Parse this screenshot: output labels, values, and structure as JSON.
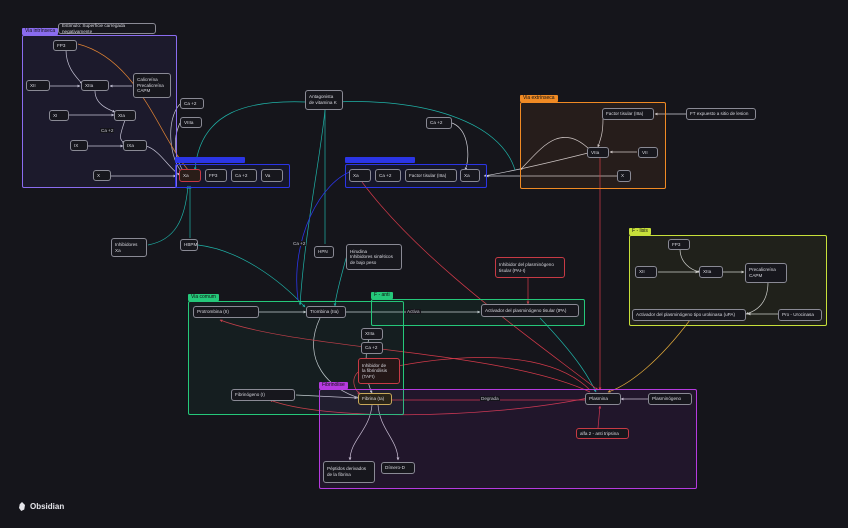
{
  "app": {
    "name": "Obsidian",
    "logo_icon": "obsidian-logo-icon"
  },
  "groups": {
    "intrinseca": {
      "label": "Via intrínseca",
      "color": "#8a6cf0"
    },
    "extrinseca": {
      "label": "Via extrínseca",
      "color": "#f08a24"
    },
    "comum1": {
      "label": "",
      "color": "#2b35e6"
    },
    "comum2": {
      "label": "",
      "color": "#2b35e6"
    },
    "comum": {
      "label": "Via comum",
      "color": "#25c87a"
    },
    "antifibrin": {
      "label": "F - anti",
      "color": "#25c87a"
    },
    "fibrinolise": {
      "label": "Fibrinólise",
      "color": "#b63ae0"
    },
    "fibrinolisis": {
      "label": "F - lisis",
      "color": "#c8e03a"
    }
  },
  "nodes": {
    "estimulo": "Estímulo: Superfície carregada negativamente",
    "fp3_a": "FP3",
    "xii": "XII",
    "xiia": "XIIa",
    "calicreina": "Calicreína\nPrecalicreína\nCAPM",
    "xi": "XI",
    "xia": "XIa",
    "ca_a": "Ca +2",
    "ix": "IX",
    "ixa": "IXa",
    "x_a": "X",
    "ca_b": "Ca +2",
    "viiia_a": "VIIIa",
    "xa_1": "Xa",
    "fp3_b": "FP3",
    "ca_c": "Ca +2",
    "va_1": "Va",
    "antagonista": "Antagonista\nde vitamina K",
    "ca_d": "Ca +2",
    "xa_2": "Xa",
    "ca_e": "Ca +2",
    "ftisular_2": "Factor tisular (IIIa)",
    "xa_3": "Xa",
    "ft_tisular": "Factor tisular (IIIa)",
    "ft_expuesto": "FT expuesto a sitio de lesion",
    "viia": "VIIa",
    "vii": "VII",
    "x_b": "X",
    "inhibidores": "Inhibidores\nXa",
    "hbpm": "HBPM",
    "hbpm2": "HPN",
    "hirudina": "Hirudina\nInhibidores sintéticos\nde bajo peso",
    "pai": "Inhibidor del plasminógeno\ntisular (PAI-I)",
    "protrombina": "Protrombina (II)",
    "trombina": "Trombina (IIa)",
    "activador_t": "Activador del plasminógeno tisular (tPA)",
    "xiiia": "XIIIa",
    "ca_f": "Ca +2",
    "tafi": "Inhibidor de\nla fibrinólisis\n(TAFI)",
    "fibrinogeno": "Fibrinógeno (I)",
    "fibrina": "Fibrina (Ia)",
    "plasmina": "Plasmina",
    "plasminogeno": "Plasminógeno",
    "alfa2": "alfa 2 - anti tripsina",
    "peptidos": "Péptidos derivados\nde la fibrina",
    "dimero": "Dímero-D",
    "fp3_c": "FP3",
    "xii_b": "XII",
    "xiia_b": "XIIa",
    "precalicreina_b": "Precalicreína\nCAPM",
    "upa": "Activador del plasminógeno tipo urokinasa (uPA)",
    "prourokinasa": "Pro - Urocinasa"
  },
  "edge_labels": {
    "ca_mid": "Ca +2",
    "activa": "Activa",
    "degrada": "Degrada",
    "ca_xi": "Ca +2"
  }
}
